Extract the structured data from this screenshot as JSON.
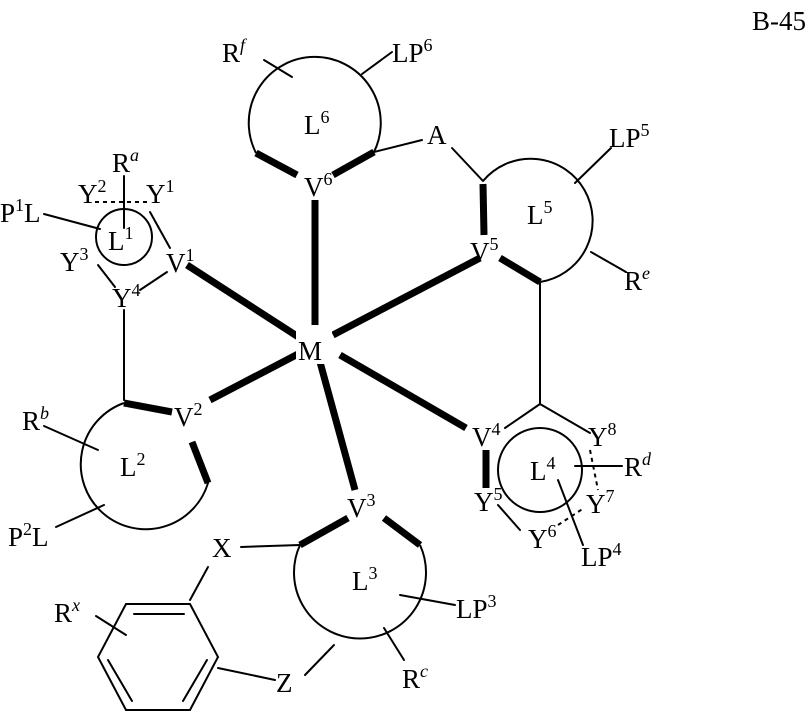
{
  "compound_id": "B-45",
  "center": "M",
  "atoms": {
    "A": "A",
    "X": "X",
    "Z": "Z",
    "V1": {
      "base": "V",
      "sup": "1"
    },
    "V2": {
      "base": "V",
      "sup": "2"
    },
    "V3": {
      "base": "V",
      "sup": "3"
    },
    "V4": {
      "base": "V",
      "sup": "4"
    },
    "V5": {
      "base": "V",
      "sup": "5"
    },
    "V6": {
      "base": "V",
      "sup": "6"
    },
    "Y1": {
      "base": "Y",
      "sup": "1"
    },
    "Y2": {
      "base": "Y",
      "sup": "2"
    },
    "Y3": {
      "base": "Y",
      "sup": "3"
    },
    "Y4": {
      "base": "Y",
      "sup": "4"
    },
    "Y5": {
      "base": "Y",
      "sup": "5"
    },
    "Y6": {
      "base": "Y",
      "sup": "6"
    },
    "Y7": {
      "base": "Y",
      "sup": "7"
    },
    "Y8": {
      "base": "Y",
      "sup": "8"
    }
  },
  "rings": {
    "L1": {
      "base": "L",
      "sup": "1"
    },
    "L2": {
      "base": "L",
      "sup": "2"
    },
    "L3": {
      "base": "L",
      "sup": "3"
    },
    "L4": {
      "base": "L",
      "sup": "4"
    },
    "L5": {
      "base": "L",
      "sup": "5"
    },
    "L6": {
      "base": "L",
      "sup": "6"
    }
  },
  "substituents": {
    "Ra": {
      "base": "R",
      "sup": "a"
    },
    "Rb": {
      "base": "R",
      "sup": "b"
    },
    "Rc": {
      "base": "R",
      "sup": "c"
    },
    "Rd": {
      "base": "R",
      "sup": "d"
    },
    "Re": {
      "base": "R",
      "sup": "e"
    },
    "Rf": {
      "base": "R",
      "sup": "f"
    },
    "Rx": {
      "base": "R",
      "sup": "x"
    },
    "P1L": {
      "pre": "P",
      "sup": "1",
      "post": "L"
    },
    "P2L": {
      "pre": "P",
      "sup": "2",
      "post": "L"
    },
    "LP3": {
      "base": "LP",
      "sup": "3"
    },
    "LP4": {
      "base": "LP",
      "sup": "4"
    },
    "LP5": {
      "base": "LP",
      "sup": "5"
    },
    "LP6": {
      "base": "LP",
      "sup": "6"
    }
  }
}
